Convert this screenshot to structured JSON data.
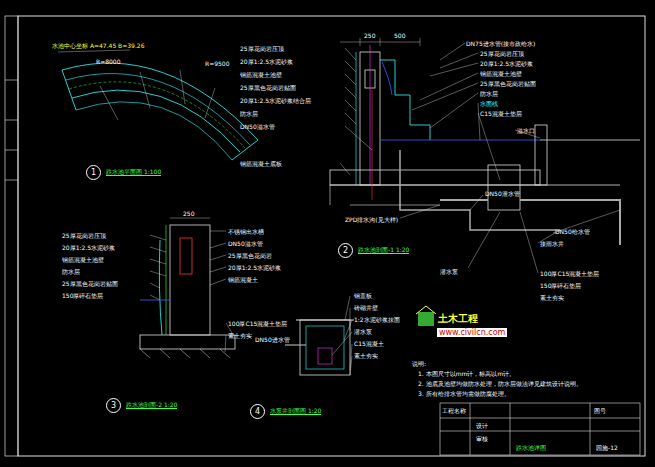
{
  "diagram": {
    "nodes": [
      {
        "text": [
          "1",
          "跌水池平面图 1:100"
        ]
      },
      {
        "text": [
          "2",
          "跌水池剖面-1 1:20"
        ]
      },
      {
        "text": [
          "3",
          "跌水池剖面-2 1:20"
        ]
      },
      {
        "text": [
          "4",
          "水泵井剖面图 1:20"
        ]
      }
    ],
    "labels": [
      "水池中心坐标 A=47.45 B=39.26",
      "R=8000",
      "R=9500",
      "25厚花岗岩压顶",
      "20厚1:2.5水泥砂浆",
      "钢筋混凝土池壁",
      "25厚黑色花岗岩贴面",
      "20厚1:2.5水泥砂浆结合层",
      "防水层",
      "DN50溢水管",
      "钢筋混凝土底板",
      "250",
      "500",
      "DN75进水管(接市政给水)",
      "25厚花岗岩压顶",
      "20厚1:2.5水泥砂浆",
      "钢筋混凝土池壁",
      "25厚黑色花岗岩贴面",
      "防水层",
      "水面线",
      "C15混凝土垫层",
      "溢水口",
      "DN50泄水管",
      "ZPD排水沟(见大样)",
      "接雨水井",
      "DN50给水管",
      "潜水泵",
      "100厚C15混凝土垫层",
      "150厚碎石垫层",
      "素土夯实",
      "25厚花岗岩压顶",
      "20厚1:2.5水泥砂浆",
      "钢筋混凝土池壁",
      "防水层",
      "25厚黑色花岗岩贴面",
      "150厚碎石垫层",
      "不锈钢出水槽",
      "DN50溢水管",
      "25厚黑色花岗岩",
      "20厚1:2.5水泥砂浆",
      "钢筋混凝土",
      "100厚C15混凝土垫层",
      "素土夯实",
      "250",
      "钢盖板",
      "砖砌井壁",
      "1:2水泥砂浆抹面",
      "潜水泵",
      "C15混凝土",
      "素土夯实",
      "DN50进水管",
      "说明:",
      "1. 本图尺寸以mm计，标高以m计。",
      "2. 池底及池壁均做防水处理，防水层做法详见建筑设计说明。",
      "3. 所有给排水管均需做防腐处理。",
      "土木工程",
      "www.civilcn.com",
      "工程名称",
      "设计",
      "审核",
      "图号",
      "跌水池详图",
      "园施-12"
    ]
  }
}
